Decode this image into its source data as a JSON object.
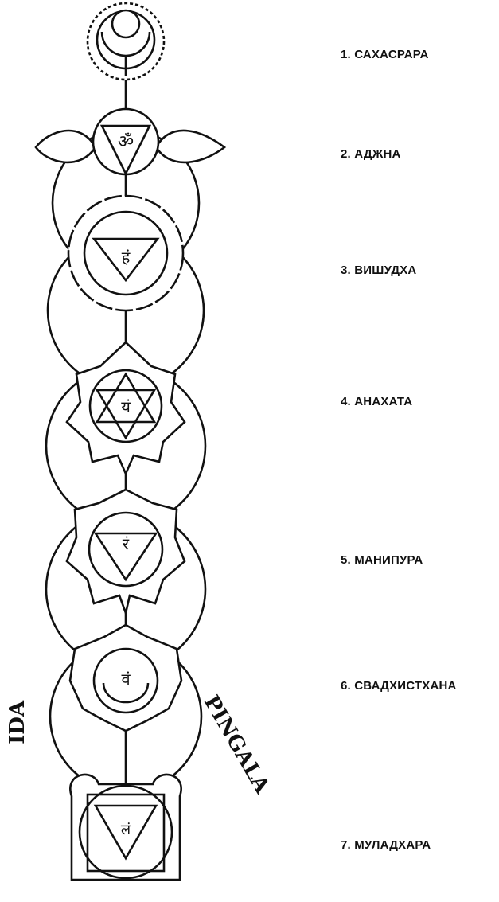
{
  "chakras": [
    {
      "label": "1. САХАСРАРА"
    },
    {
      "label": "2. АДЖНА"
    },
    {
      "label": "3. ВИШУДХА"
    },
    {
      "label": "4. АНАХАТА"
    },
    {
      "label": "5. МАНИПУРА"
    },
    {
      "label": "6. СВАДХИСТХАНА"
    },
    {
      "label": "7. МУЛАДХАРА"
    }
  ],
  "channels": {
    "left": "IDA",
    "right": "PINGALA"
  },
  "seed_syllables": {
    "ajna": "ॐ",
    "vishuddha": "हं",
    "anahata": "यं",
    "manipura": "रं",
    "svadhisthana": "वं",
    "muladhara": "लं"
  }
}
